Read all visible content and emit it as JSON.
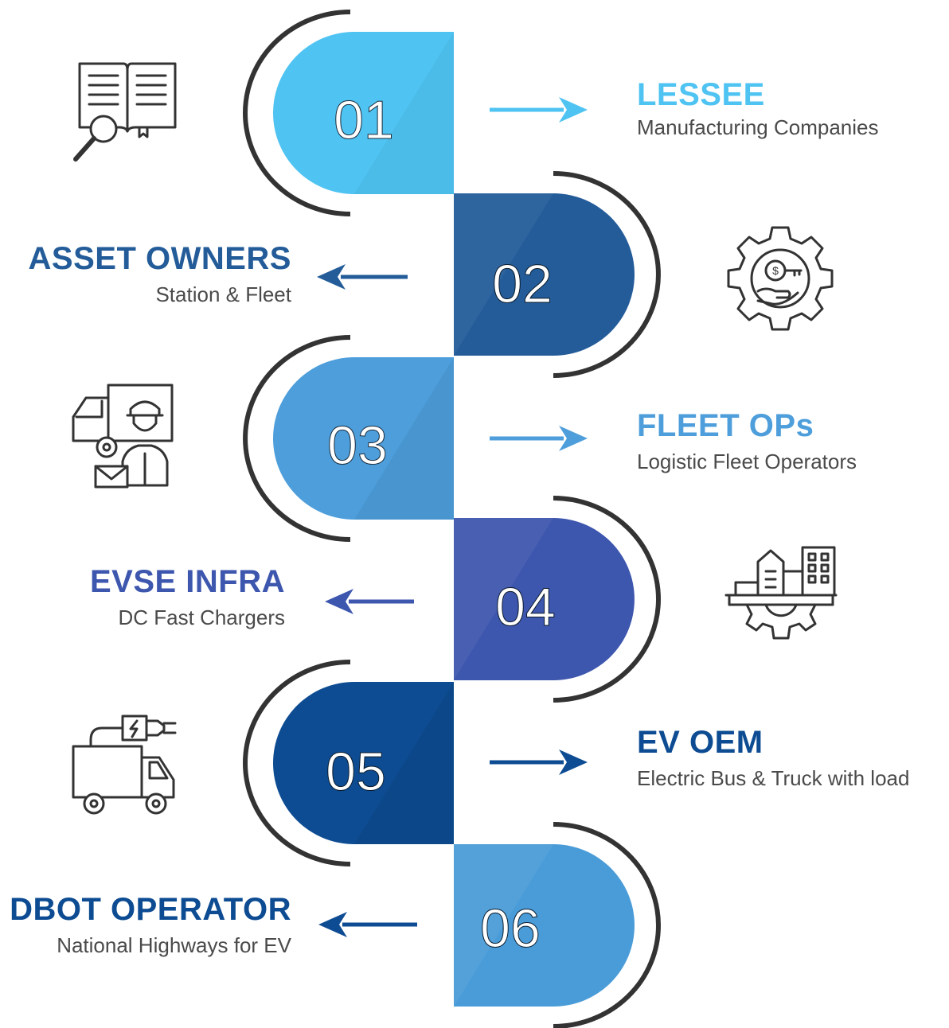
{
  "steps": [
    {
      "number": "01",
      "title": "LESSEE",
      "subtitle": "Manufacturing Companies",
      "color": "#4FC3F2",
      "side": "right",
      "icon": "book-search-icon"
    },
    {
      "number": "02",
      "title": "ASSET OWNERS",
      "subtitle": "Station & Fleet",
      "color": "#235C99",
      "side": "left",
      "icon": "gear-money-key-icon"
    },
    {
      "number": "03",
      "title": "FLEET OPs",
      "subtitle": "Logistic Fleet Operators",
      "color": "#4D9EDB",
      "side": "right",
      "icon": "delivery-truck-worker-icon"
    },
    {
      "number": "04",
      "title": "EVSE INFRA",
      "subtitle": "DC Fast Chargers",
      "color": "#3D56AE",
      "side": "left",
      "icon": "city-gear-icon"
    },
    {
      "number": "05",
      "title": "EV OEM",
      "subtitle": "Electric Bus & Truck with load",
      "color": "#0D4C92",
      "side": "right",
      "icon": "electric-truck-plug-icon"
    },
    {
      "number": "06",
      "title": "DBOT OPERATOR",
      "subtitle": "National Highways for EV",
      "color": "#4A9CD8",
      "side": "left",
      "icon": "none"
    }
  ]
}
